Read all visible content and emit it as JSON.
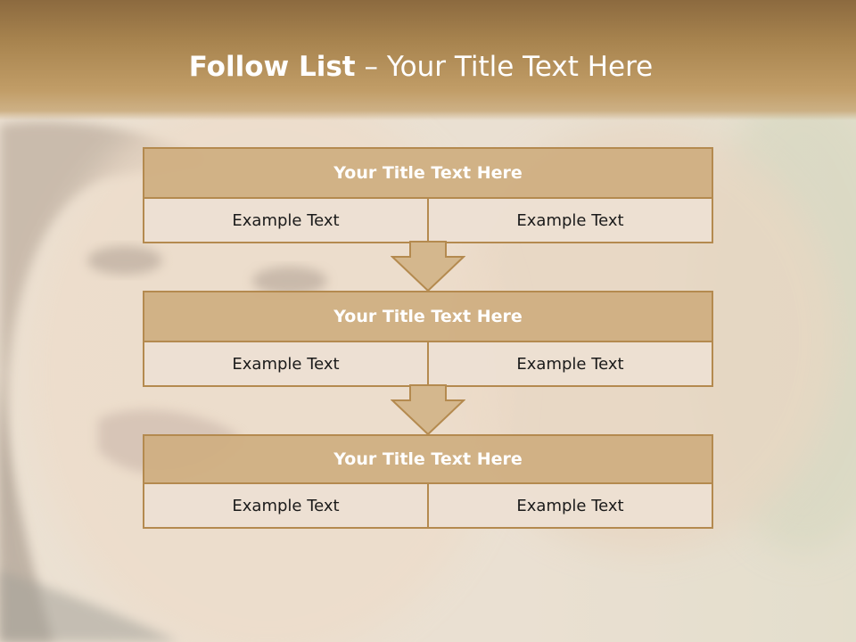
{
  "title": {
    "bold": "Follow List",
    "rest": "– Your Title Text Here"
  },
  "colors": {
    "header": "#a8844f",
    "box_title": "#d0af82",
    "box_border": "#b48a4f",
    "box_body": "#ece0d3",
    "arrow_fill": "#d4b78d"
  },
  "steps": [
    {
      "heading": "Your Title Text Here",
      "left": "Example Text",
      "right": "Example Text"
    },
    {
      "heading": "Your Title Text Here",
      "left": "Example Text",
      "right": "Example Text"
    },
    {
      "heading": "Your Title Text Here",
      "left": "Example Text",
      "right": "Example Text"
    }
  ],
  "icons": [
    "down-arrow-icon",
    "down-arrow-icon"
  ]
}
